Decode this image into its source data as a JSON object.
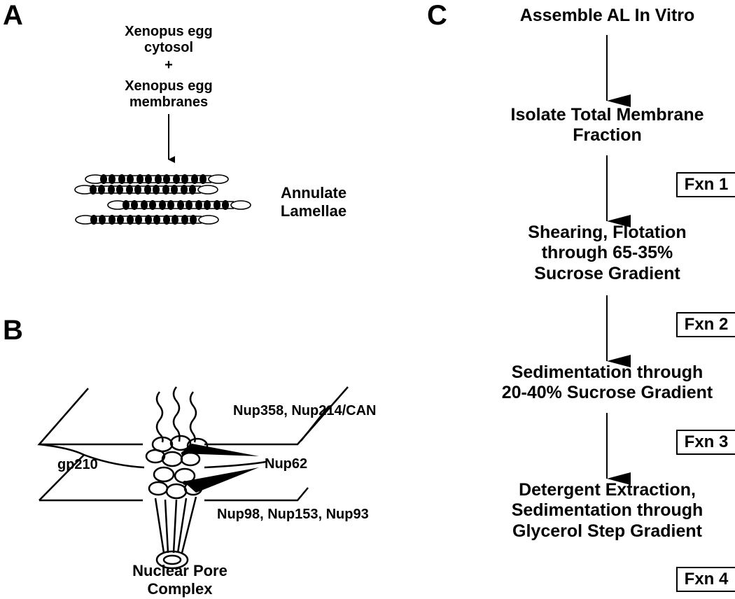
{
  "panels": {
    "a": {
      "letter": "A",
      "cytosol": "Xenopus egg\ncytosol",
      "plus": "+",
      "membranes": "Xenopus egg\nmembranes",
      "result": "Annulate\nLamellae"
    },
    "b": {
      "letter": "B",
      "labels": {
        "nup358": "Nup358, Nup214/CAN",
        "gp210": "gp210",
        "nup62": "Nup62",
        "nup98": "Nup98, Nup153, Nup93"
      },
      "caption": "Nuclear Pore\nComplex"
    },
    "c": {
      "letter": "C",
      "steps": [
        "Assemble AL In Vitro",
        "Isolate Total Membrane\nFraction",
        "Shearing, Flotation\nthrough 65-35%\nSucrose Gradient",
        "Sedimentation through\n20-40% Sucrose Gradient",
        "Detergent Extraction,\nSedimentation through\nGlycerol Step Gradient"
      ],
      "fractions": [
        "Fxn 1",
        "Fxn 2",
        "Fxn 3",
        "Fxn 4"
      ]
    }
  }
}
